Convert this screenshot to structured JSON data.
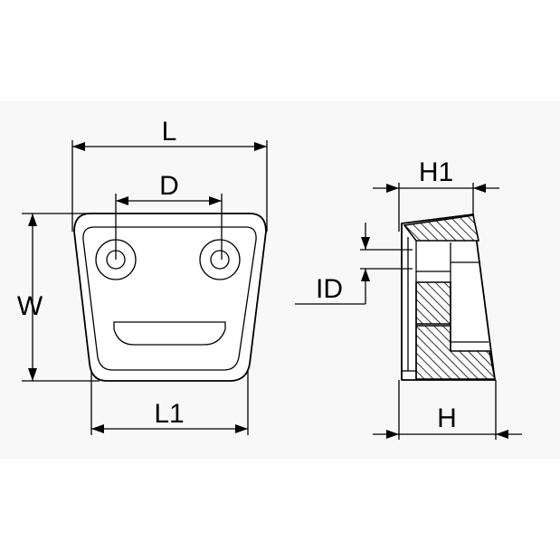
{
  "labels": {
    "length": "L",
    "hole_spacing": "D",
    "width": "W",
    "bottom_length": "L1",
    "top_height": "H1",
    "inner_diameter": "ID",
    "height": "H"
  }
}
